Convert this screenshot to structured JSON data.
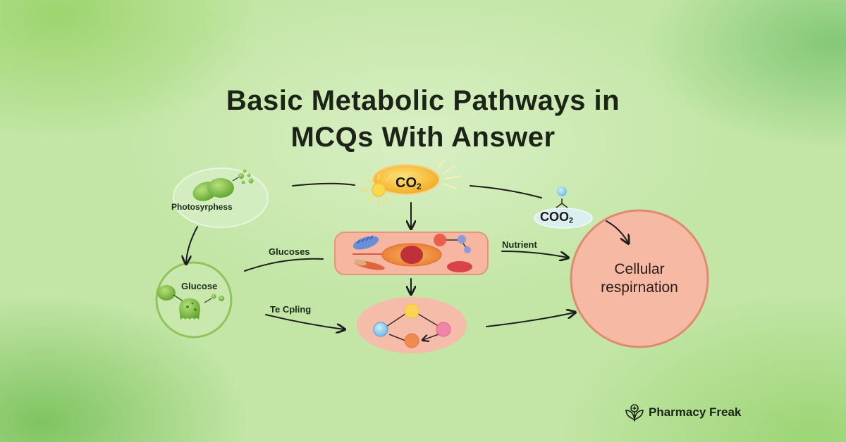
{
  "title": {
    "line1": "Basic Metabolic Pathways in",
    "line2": "MCQs With Answer"
  },
  "nodes": {
    "photosynthesis": {
      "label": "Photosyrphess",
      "icon": "chloroplast-icon"
    },
    "co2_sun": {
      "label": "CO",
      "subscript": "2",
      "icon": "sun-icon"
    },
    "coo2": {
      "label": "COO",
      "subscript": "2",
      "icon": "molecule-icon"
    },
    "cell": {
      "icon": "cell-organelles-icon"
    },
    "glucose": {
      "label": "Glucose",
      "icon": "glucose-cell-icon"
    },
    "cycle": {
      "icon": "metabolic-cycle-icon"
    },
    "cellular_respiration": {
      "line1": "Cellular",
      "line2": "respirnation"
    }
  },
  "edge_labels": {
    "glucoses": "Glucoses",
    "nutrient": "Nutrient",
    "te_cpling": "Te Cpling"
  },
  "colors": {
    "title_text": "#1c2418",
    "arrow": "#1e1e1e",
    "cell_fill": "#f6b6a0",
    "respiration_fill": "#f6b9a4",
    "respiration_border": "#e08a72",
    "co2_fill": "#f7c13c",
    "background_green": "#c3e6a6"
  },
  "brand": {
    "name": "Pharmacy Freak",
    "icon": "leaf-pharmacy-logo-icon"
  }
}
